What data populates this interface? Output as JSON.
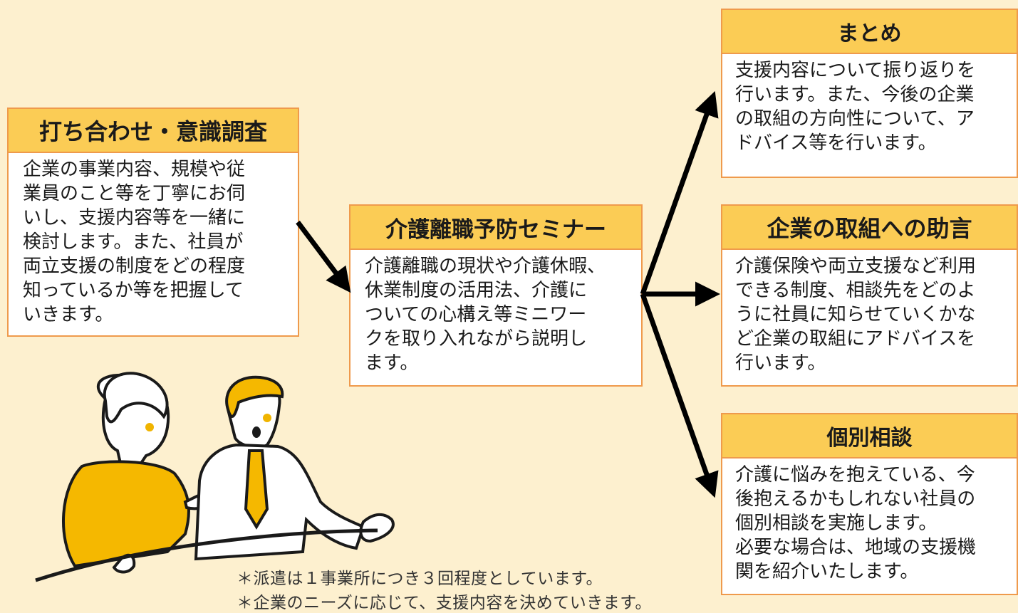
{
  "boxes": {
    "meeting": {
      "title": "打ち合わせ・意識調査",
      "body": "企業の事業内容、規模や従\n業員のこと等を丁寧にお伺\nいし、支援内容等を一緒に\n検討します。また、社員が\n両立支援の制度をどの程度\n知っているか等を把握して\nいきます。"
    },
    "seminar": {
      "title": "介護離職予防セミナー",
      "body": "介護離職の現状や介護休暇、\n休業制度の活用法、介護に\nついての心構え等ミニワー\nクを取り入れながら説明し\nます。"
    },
    "summary": {
      "title": "まとめ",
      "body": "支援内容について振り返りを\n行います。また、今後の企業\nの取組の方向性について、ア\nドバイス等を行います。"
    },
    "advice": {
      "title": "企業の取組への助言",
      "body": "介護保険や両立支援など利用\nできる制度、相談先をどのよ\nうに社員に知らせていくかな\nど企業の取組にアドバイスを\n行います。"
    },
    "consult": {
      "title": "個別相談",
      "body": "介護に悩みを抱えている、今\n後抱えるかもしれない社員の\n個別相談を実施します。\n必要な場合は、地域の支援機\n関を紹介いたします。"
    }
  },
  "notes": [
    "＊派遣は１事業所につき３回程度としています。",
    "＊企業のニーズに応じて、支援内容を決めていきます。"
  ],
  "colors": {
    "background": "#fdf0cf",
    "header": "#fbcc55",
    "border": "#ef9a4c",
    "arrow": "#000000"
  }
}
